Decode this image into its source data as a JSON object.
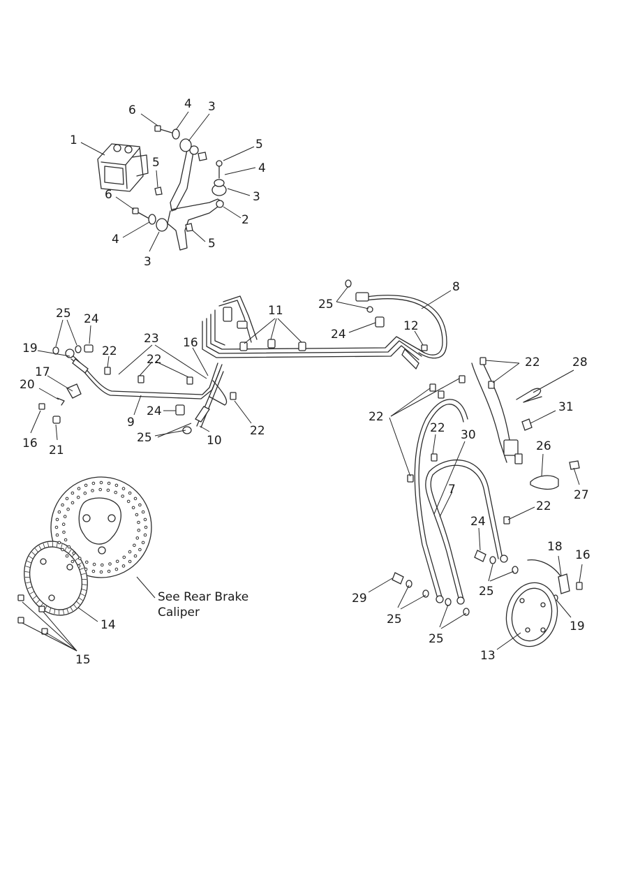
{
  "callouts": [
    "1",
    "2",
    "3",
    "3",
    "3",
    "4",
    "4",
    "4",
    "5",
    "5",
    "5",
    "6",
    "6",
    "7",
    "8",
    "9",
    "10",
    "11",
    "12",
    "13",
    "14",
    "15",
    "16",
    "16",
    "16",
    "17",
    "18",
    "19",
    "19",
    "20",
    "21",
    "22",
    "22",
    "22",
    "22",
    "22",
    "22",
    "22",
    "23",
    "24",
    "24",
    "24",
    "24",
    "25",
    "25",
    "25",
    "25",
    "25",
    "25",
    "26",
    "27",
    "28",
    "29",
    "30",
    "31"
  ],
  "note": {
    "line1": "See Rear Brake",
    "line2": "Caliper"
  }
}
